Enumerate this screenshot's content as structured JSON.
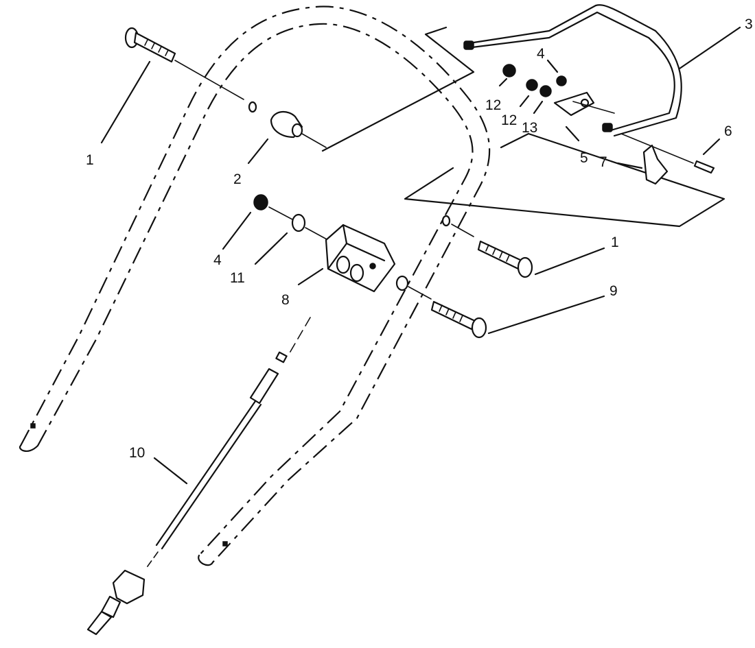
{
  "callouts": {
    "p1_upper": "1",
    "p1_lower": "1",
    "p2": "2",
    "p3": "3",
    "p4_upper": "4",
    "p4_lower": "4",
    "p5": "5",
    "p6": "6",
    "p7": "7",
    "p8": "8",
    "p9": "9",
    "p10": "10",
    "p11": "11",
    "p12_a": "12",
    "p12_b": "12",
    "p13": "13"
  },
  "colors": {
    "line": "#111111",
    "background": "#ffffff"
  }
}
